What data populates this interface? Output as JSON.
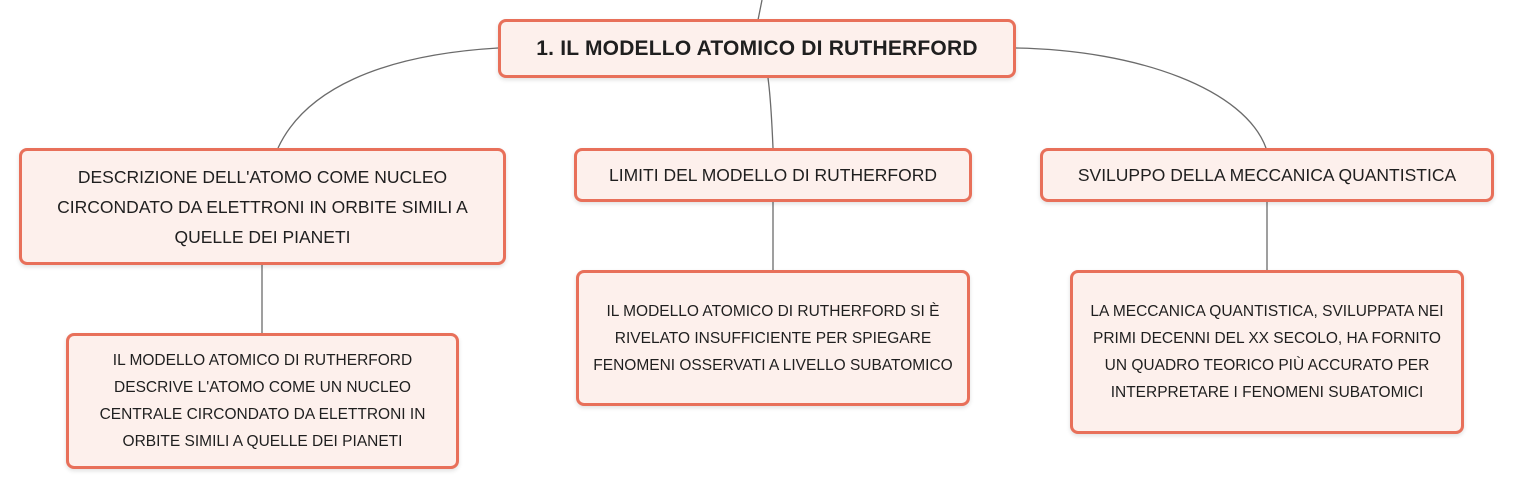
{
  "diagram": {
    "root": {
      "text": "1. IL MODELLO ATOMICO DI RUTHERFORD"
    },
    "branches": [
      {
        "topic": "DESCRIZIONE DELL'ATOMO COME NUCLEO CIRCONDATO DA ELETTRONI IN ORBITE SIMILI A QUELLE DEI PIANETI",
        "detail": "IL MODELLO ATOMICO DI RUTHERFORD DESCRIVE L'ATOMO COME UN NUCLEO CENTRALE CIRCONDATO DA ELETTRONI IN ORBITE SIMILI A QUELLE DEI PIANETI"
      },
      {
        "topic": "LIMITI DEL MODELLO DI RUTHERFORD",
        "detail": "IL MODELLO ATOMICO DI RUTHERFORD SI È RIVELATO INSUFFICIENTE PER SPIEGARE FENOMENI OSSERVATI A LIVELLO SUBATOMICO"
      },
      {
        "topic": "SVILUPPO DELLA MECCANICA QUANTISTICA",
        "detail": "LA MECCANICA QUANTISTICA, SVILUPPATA NEI PRIMI DECENNI DEL XX SECOLO, HA FORNITO UN QUADRO TEORICO PIÙ ACCURATO PER INTERPRETARE I FENOMENI SUBATOMICI"
      }
    ]
  },
  "colors": {
    "node_border": "#e8705a",
    "node_fill": "#fdf0ec",
    "connector": "#6b6b6b",
    "text": "#1f1f1f"
  }
}
